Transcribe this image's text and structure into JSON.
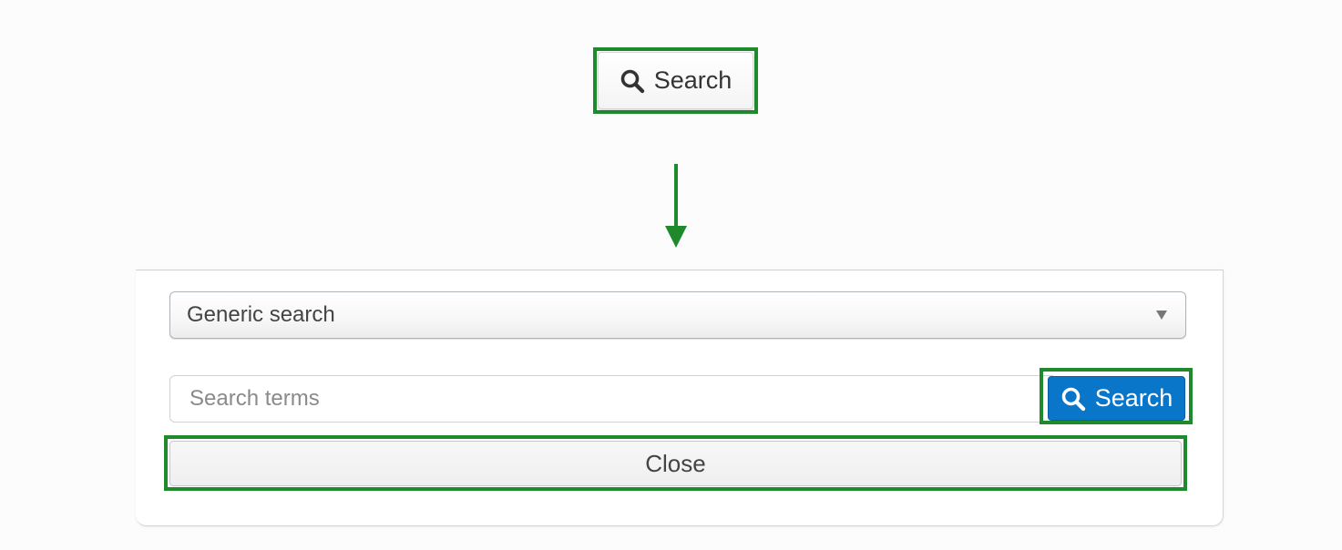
{
  "trigger": {
    "label": "Search",
    "icon": "search-icon"
  },
  "panel": {
    "search_type": {
      "selected": "Generic search"
    },
    "search_input": {
      "placeholder": "Search terms",
      "value": ""
    },
    "search_button": {
      "label": "Search",
      "icon": "search-icon"
    },
    "close_button": {
      "label": "Close"
    }
  },
  "colors": {
    "highlight": "#1e8a2c",
    "primary_button": "#0a76c9",
    "background": "#fcfcfc"
  }
}
